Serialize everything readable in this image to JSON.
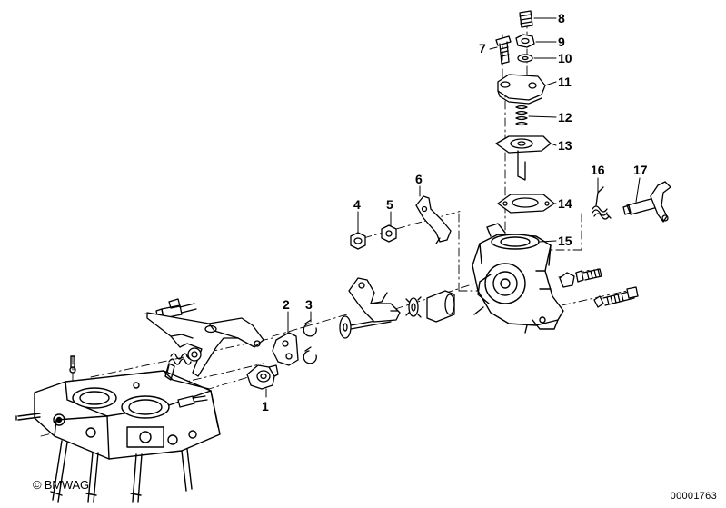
{
  "copyright": "© BMWAG",
  "doc_number": "00001763",
  "callouts": [
    "1",
    "2",
    "3",
    "4",
    "5",
    "6",
    "7",
    "8",
    "9",
    "10",
    "11",
    "12",
    "13",
    "14",
    "15",
    "16",
    "17"
  ]
}
